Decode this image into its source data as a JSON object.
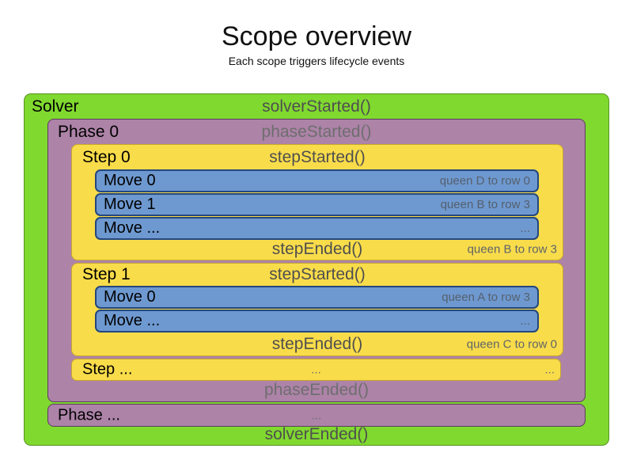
{
  "title": "Scope overview",
  "subtitle": "Each scope triggers lifecycle events",
  "colors": {
    "solver_fill": "#80d92f",
    "phase_fill": "#ad83a8",
    "step_fill": "#f9dc4a",
    "move_fill": "#6e99d0",
    "move_border": "#24477e",
    "event_text": "#4f4f4f",
    "note_text": "#5f6468"
  },
  "solver": {
    "label": "Solver",
    "started": "solverStarted()",
    "ended": "solverEnded()",
    "phases": [
      {
        "label": "Phase 0",
        "started": "phaseStarted()",
        "ended": "phaseEnded()",
        "steps": [
          {
            "label": "Step 0",
            "started": "stepStarted()",
            "ended": "stepEnded()",
            "ended_note": "queen B to row 3",
            "moves": [
              {
                "label": "Move 0",
                "note": "queen D to row 0"
              },
              {
                "label": "Move 1",
                "note": "queen B to row 3"
              },
              {
                "label": "Move ...",
                "note": "..."
              }
            ]
          },
          {
            "label": "Step 1",
            "started": "stepStarted()",
            "ended": "stepEnded()",
            "ended_note": "queen C to row 0",
            "moves": [
              {
                "label": "Move 0",
                "note": "queen A to row 3"
              },
              {
                "label": "Move ...",
                "note": "..."
              }
            ]
          }
        ],
        "more_steps": {
          "label": "Step ...",
          "center": "...",
          "right": "..."
        }
      }
    ],
    "more_phases": {
      "label": "Phase ...",
      "center": "..."
    }
  }
}
